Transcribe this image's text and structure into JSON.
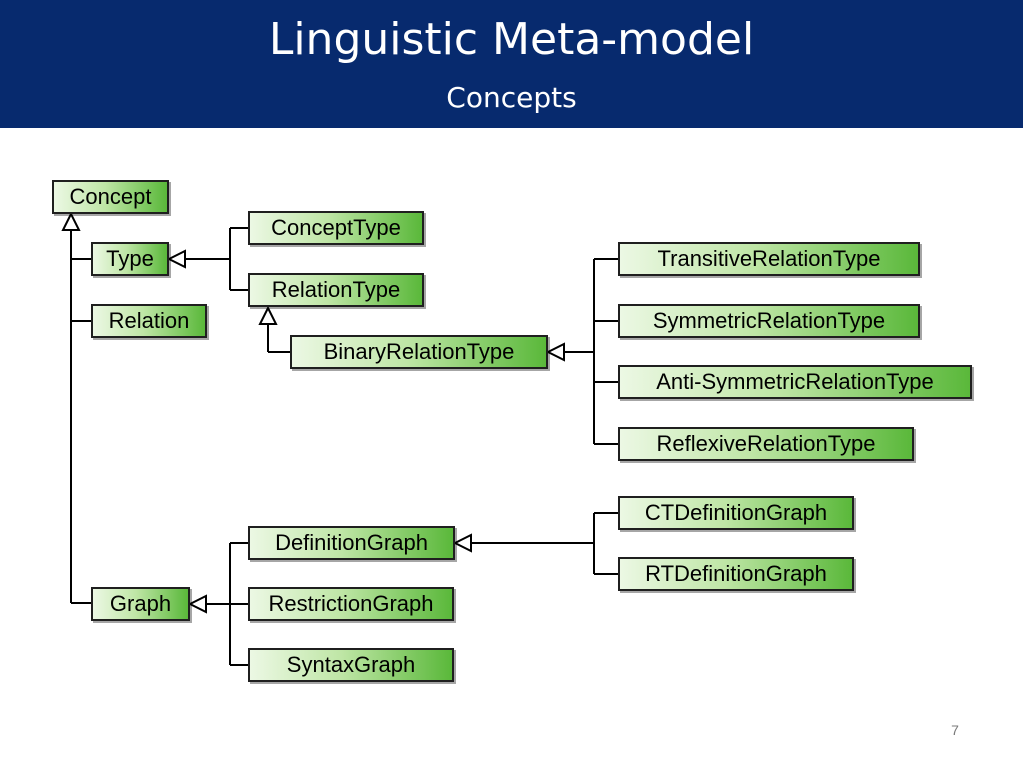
{
  "slide": {
    "title": "Linguistic Meta-model",
    "subtitle": "Concepts",
    "page_number": "7"
  },
  "colors": {
    "header_bg": "#072a6e",
    "node_gradient_start": "#ecf8e4",
    "node_gradient_end": "#5ab83a"
  },
  "diagram": {
    "concept": "Concept",
    "type": "Type",
    "relation": "Relation",
    "graph": "Graph",
    "concept_type": "ConceptType",
    "relation_type": "RelationType",
    "binary_relation_type": "BinaryRelationType",
    "transitive_relation_type": "TransitiveRelationType",
    "symmetric_relation_type": "SymmetricRelationType",
    "anti_symmetric_relation_type": "Anti-SymmetricRelationType",
    "reflexive_relation_type": "ReflexiveRelationType",
    "definition_graph": "DefinitionGraph",
    "restriction_graph": "RestrictionGraph",
    "syntax_graph": "SyntaxGraph",
    "ct_definition_graph": "CTDefinitionGraph",
    "rt_definition_graph": "RTDefinitionGraph"
  }
}
